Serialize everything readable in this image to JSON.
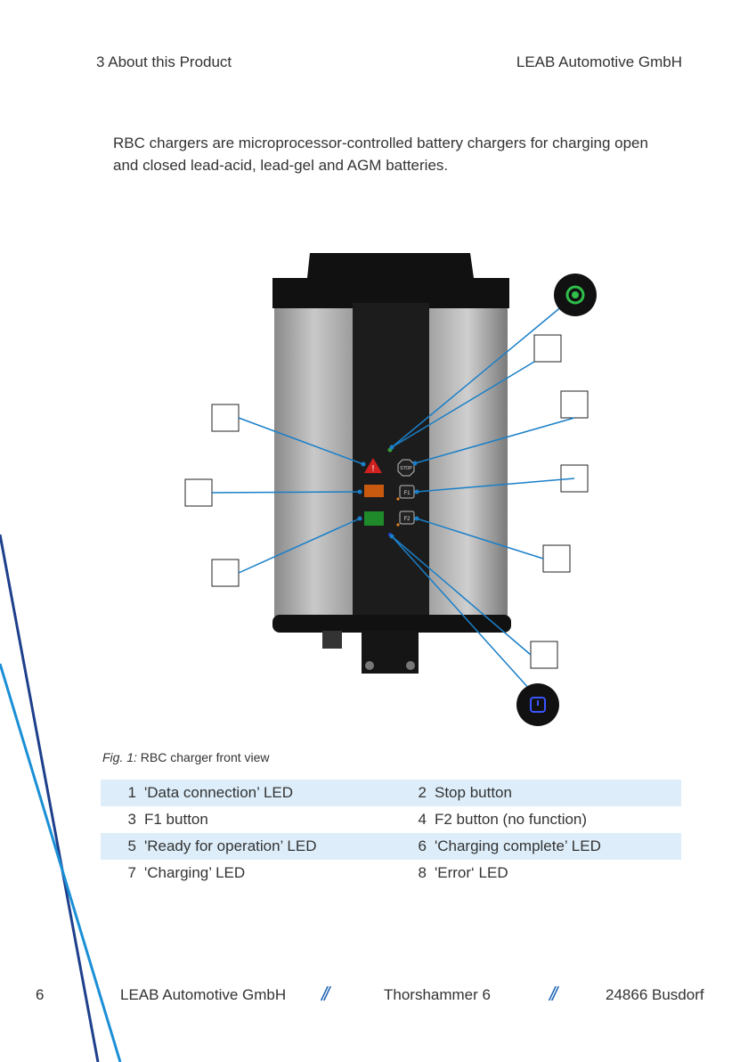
{
  "header": {
    "section": "3 About this Product",
    "company": "LEAB Automotive GmbH"
  },
  "intro": "RBC chargers are microprocessor-controlled battery chargers for charging open and closed lead-acid, lead-gel and AGM batteries.",
  "figure": {
    "caption_label": "Fig. 1:",
    "caption_text": "RBC charger front view",
    "stop_button_text": "STOP",
    "f1_text": "F1",
    "f2_text": "F2"
  },
  "legend": [
    {
      "num": "1",
      "label": "'Data connection’ LED"
    },
    {
      "num": "2",
      "label": "Stop button"
    },
    {
      "num": "3",
      "label": "F1 button"
    },
    {
      "num": "4",
      "label": "F2 button (no function)"
    },
    {
      "num": "5",
      "label": "'Ready for operation’ LED"
    },
    {
      "num": "6",
      "label": "'Charging complete’ LED"
    },
    {
      "num": "7",
      "label": "'Charging’ LED"
    },
    {
      "num": "8",
      "label": "'Error‘ LED"
    }
  ],
  "footer": {
    "page": "6",
    "company": "LEAB Automotive GmbH",
    "separator": "//",
    "street": "Thorshammer 6",
    "city": "24866 Busdorf"
  },
  "colors": {
    "accent_blue": "#1e64b4",
    "light_blue": "#1a8fd6",
    "row_shade": "#ddeefa"
  }
}
